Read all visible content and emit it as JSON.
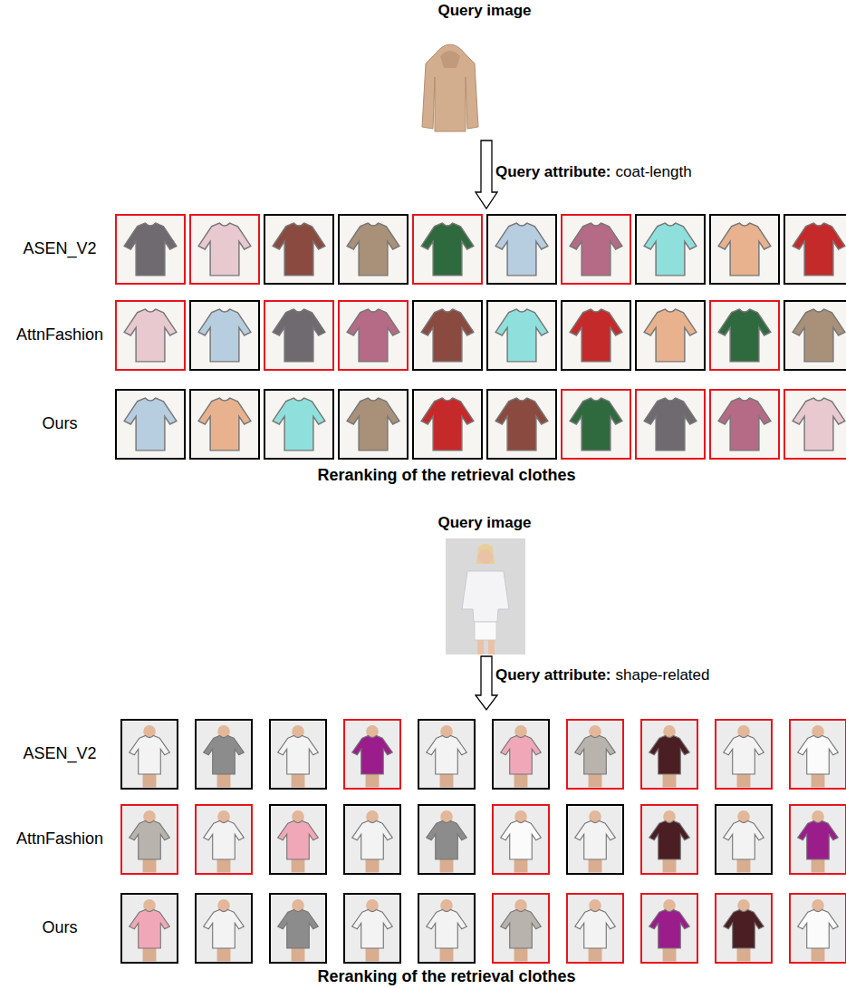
{
  "diagram": {
    "labels": [
      "Query image",
      "Query attribute:",
      "coat-length",
      "ASEN_V2",
      "AttnFashion",
      "Ours",
      "Reranking of the retrieval clothes",
      "Query image",
      "Query attribute:",
      "shape-related",
      "ASEN_V2",
      "AttnFashion",
      "Ours",
      "Reranking of the retrieval clothes"
    ]
  }
}
